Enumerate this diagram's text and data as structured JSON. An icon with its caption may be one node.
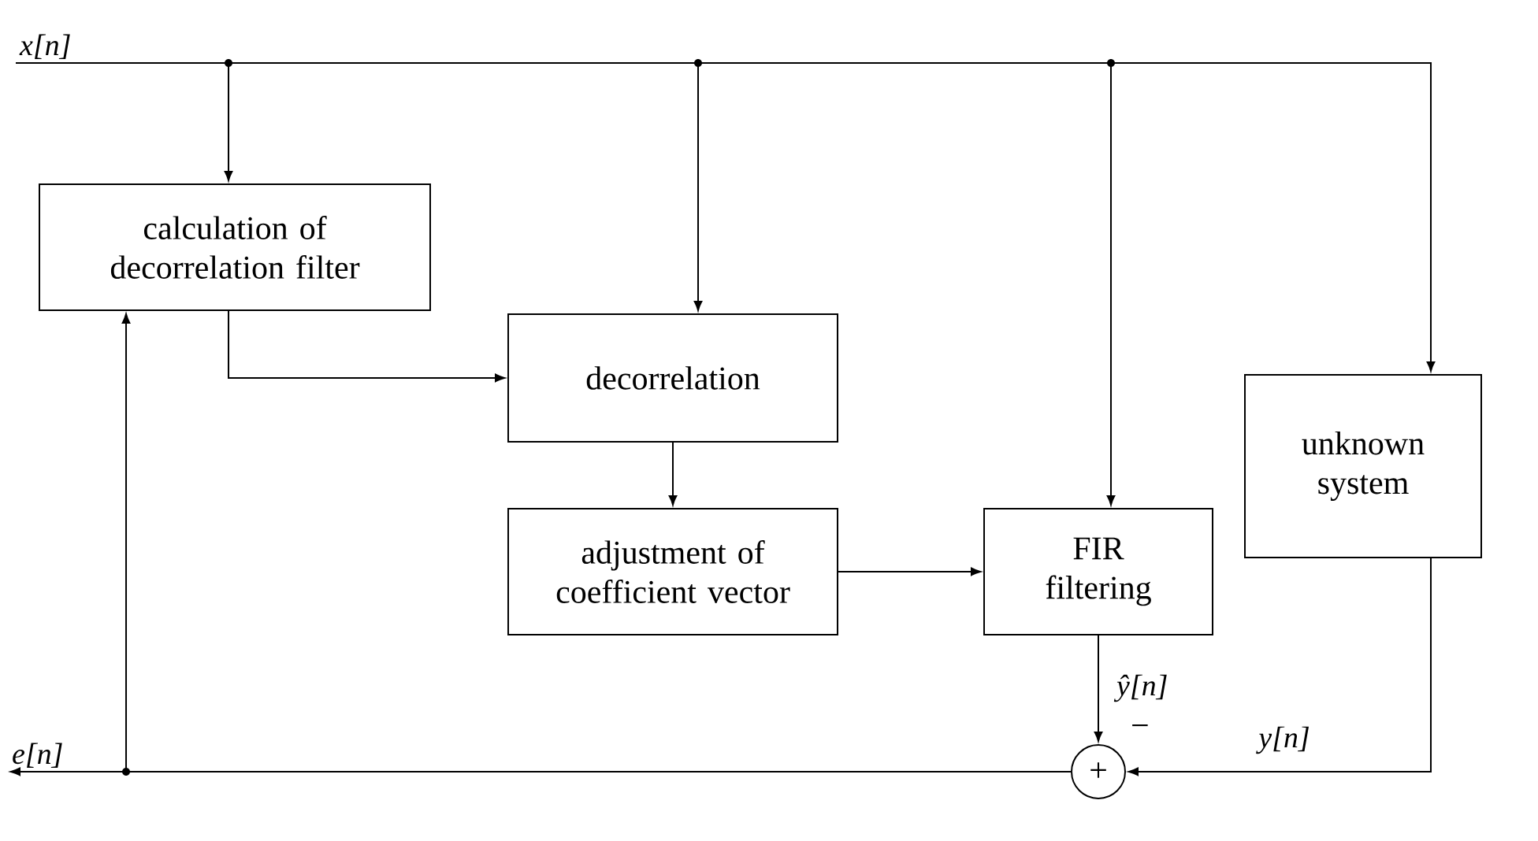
{
  "diagram": {
    "nodes": [
      {
        "text": [
          "x[n]"
        ]
      },
      {
        "text": [
          "calculation of decorrelation filter"
        ]
      },
      {
        "text": [
          "decorrelation"
        ]
      },
      {
        "text": [
          "unknown system"
        ]
      },
      {
        "text": [
          "adjustment of coefficient vector"
        ]
      },
      {
        "text": [
          "FIR filtering"
        ]
      },
      {
        "text": [
          "+"
        ],
        "beside": [
          "−"
        ]
      },
      {
        "text": [
          "e[n]"
        ]
      }
    ],
    "edges": [
      {
        "from": 0,
        "to": 1,
        "arrow": "to"
      },
      {
        "from": 0,
        "to": 2,
        "arrow": "to"
      },
      {
        "from": 0,
        "to": 5,
        "arrow": "to"
      },
      {
        "from": 0,
        "to": 3,
        "arrow": "to"
      },
      {
        "from": 1,
        "to": 2,
        "arrow": "to"
      },
      {
        "from": 2,
        "to": 4,
        "arrow": "to"
      },
      {
        "from": 4,
        "to": 5,
        "arrow": "to"
      },
      {
        "from": 5,
        "to": 6,
        "arrow": "to",
        "label": "ŷ[n]"
      },
      {
        "from": 3,
        "to": 6,
        "arrow": "to",
        "label": "y[n]"
      },
      {
        "from": 6,
        "to": 7,
        "arrow": "to"
      },
      {
        "from": 6,
        "to": 1,
        "arrow": "to"
      }
    ]
  }
}
